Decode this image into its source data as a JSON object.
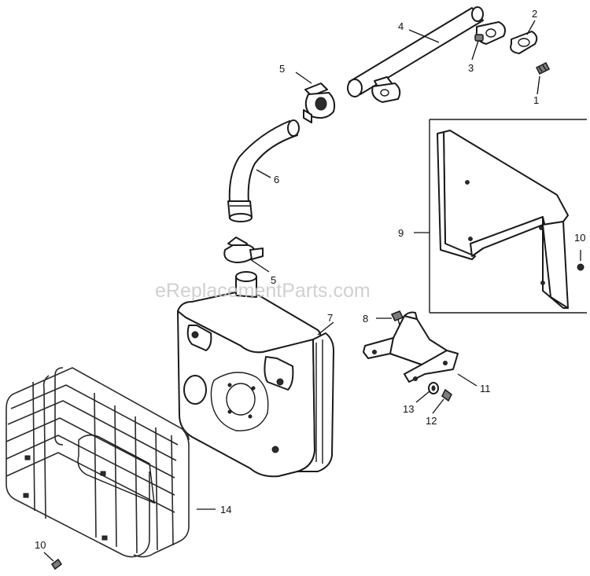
{
  "watermark": "eReplacementParts.com",
  "callouts": [
    {
      "id": "c1",
      "text": "1"
    },
    {
      "id": "c2",
      "text": "2"
    },
    {
      "id": "c3",
      "text": "3"
    },
    {
      "id": "c4",
      "text": "4"
    },
    {
      "id": "c5a",
      "text": "5"
    },
    {
      "id": "c5b",
      "text": "5"
    },
    {
      "id": "c6",
      "text": "6"
    },
    {
      "id": "c7",
      "text": "7"
    },
    {
      "id": "c8",
      "text": "8"
    },
    {
      "id": "c9",
      "text": "9"
    },
    {
      "id": "c10a",
      "text": "10"
    },
    {
      "id": "c10b",
      "text": "10"
    },
    {
      "id": "c11",
      "text": "11"
    },
    {
      "id": "c12",
      "text": "12"
    },
    {
      "id": "c13",
      "text": "13"
    },
    {
      "id": "c14",
      "text": "14"
    }
  ]
}
